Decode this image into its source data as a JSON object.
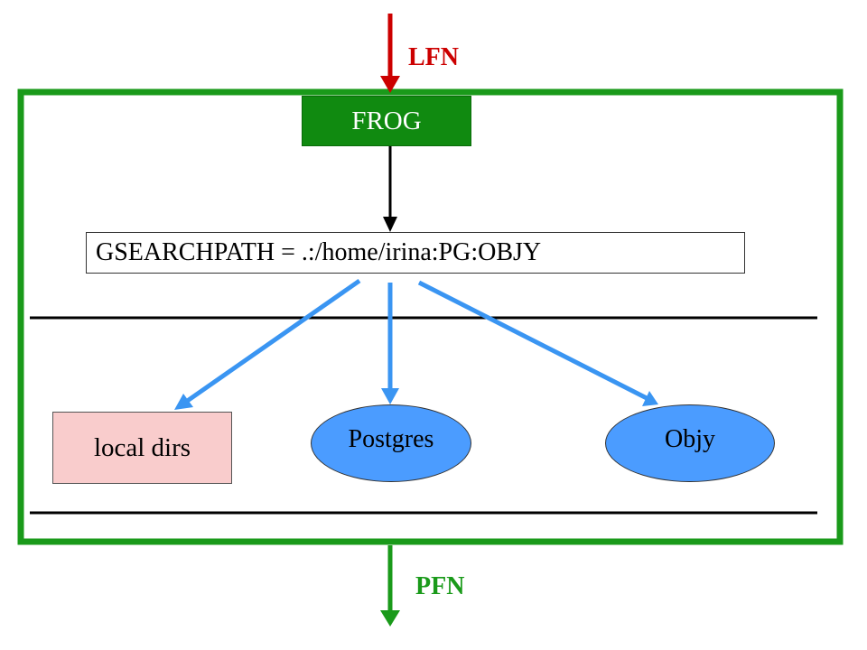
{
  "labels": {
    "input": "LFN",
    "output": "PFN",
    "frog": "FROG",
    "search_path": "GSEARCHPATH = .:/home/irina:PG:OBJY",
    "local": "local dirs",
    "postgres": "Postgres",
    "objy": "Objy"
  },
  "colors": {
    "frame": "#1a9a1a",
    "input_arrow": "#cc0000",
    "output_arrow": "#1a9a1a",
    "branch_arrow": "#3a95f2",
    "frog_fill": "#108a10",
    "local_fill": "#f9cccc",
    "ellipse_fill": "#4b9cff"
  }
}
